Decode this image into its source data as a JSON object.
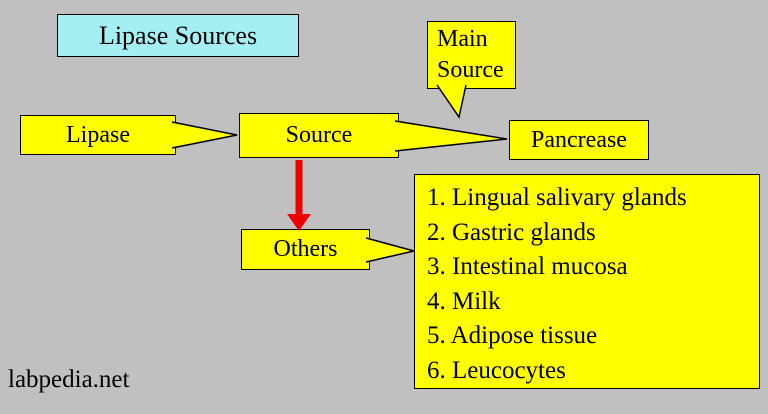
{
  "colors": {
    "background": "#c0c0c0",
    "node_fill": "#ffff00",
    "title_fill": "#a4eff1",
    "arrow_red": "#ee0000",
    "border": "#000000"
  },
  "title": {
    "label": "Lipase Sources"
  },
  "nodes": {
    "lipase": {
      "label": "Lipase"
    },
    "source": {
      "label": "Source"
    },
    "main_source": {
      "label": "Main Source"
    },
    "pancrease": {
      "label": "Pancrease"
    },
    "others": {
      "label": "Others"
    }
  },
  "others_list": {
    "items": [
      "1. Lingual salivary glands",
      "2. Gastric glands",
      "3. Intestinal mucosa",
      "4. Milk",
      "5. Adipose tissue",
      "6. Leucocytes"
    ]
  },
  "footer": {
    "watermark": "labpedia.net"
  }
}
